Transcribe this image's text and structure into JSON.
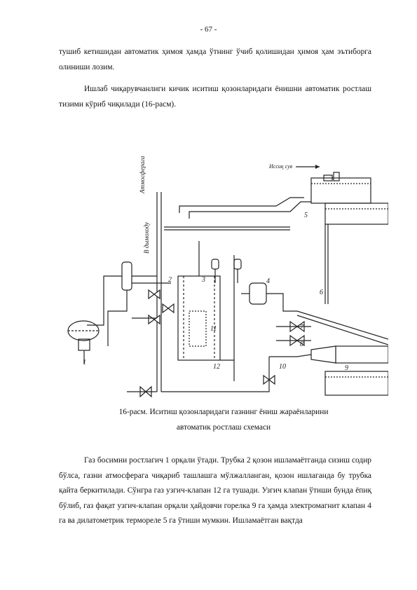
{
  "page_number": "- 67 -",
  "paragraph1": "тушиб кетишидан автоматик ҳимоя ҳамда ўтнинг ўчиб қолишидан ҳимоя ҳам эътиборга олиниши лозим.",
  "paragraph2": "Ишлаб чиқарувчанлиги кичик иситиш қозонларидаги ёнишни автоматик ростлаш тизими кўриб чиқилади (16-расм).",
  "figure": {
    "label_atmosphere_vertical": "Атмосферага",
    "label_to_chimney": "В дымоходу",
    "label_hot_water": "Иссиқ сув",
    "numbers": [
      "1",
      "2",
      "3",
      "4",
      "5",
      "6",
      "7",
      "8",
      "9",
      "10",
      "11",
      "12"
    ]
  },
  "caption_line1": "16-расм. Иситиш қозонларидаги газнинг ёниш жараёнларини",
  "caption_line2": "автоматик ростлаш схемаси",
  "paragraph3": "Газ босимни ростлагич 1 орқали ўтади. Трубка 2 қозон ишламаётганда сизиш содир бўлса, газни атмосферага чиқариб ташлашга мўлжалланган, қозон ишлаганда бу трубка қайта беркитилади. Сўнгра газ узгич-клапан 12 га тушади. Узгич клапан ўтиши бунда ёпиқ бўлиб, газ фақат узгич-клапан орқали ҳайдовчи горелка 9 га ҳамда электромагнит клапан 4 га ва дилатометрик термореле 5 га ўтиши мумкин. Ишламаётган вақтда"
}
